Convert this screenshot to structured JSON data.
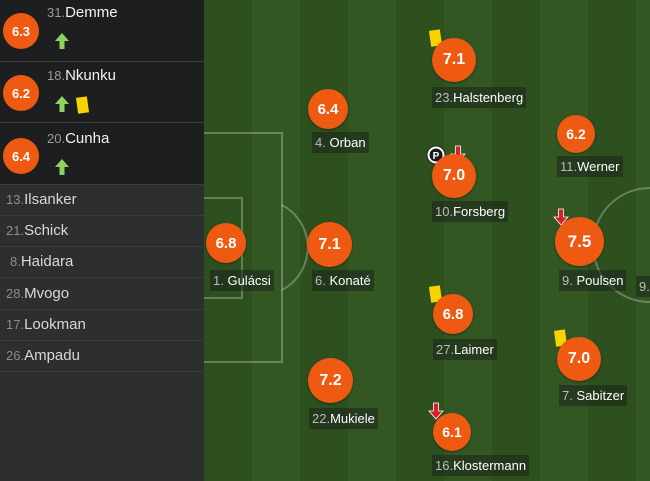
{
  "substitutes_in": [
    {
      "rating": "6.3",
      "number": "31.",
      "name": "Demme",
      "events": [
        "sub-in-arrow-icon"
      ]
    },
    {
      "rating": "6.2",
      "number": "18.",
      "name": "Nkunku",
      "events": [
        "sub-in-arrow-icon",
        "yellow-card-icon"
      ]
    },
    {
      "rating": "6.4",
      "number": "20.",
      "name": "Cunha",
      "events": [
        "sub-in-arrow-icon"
      ]
    }
  ],
  "bench": [
    {
      "number": "13.",
      "name": "Ilsanker"
    },
    {
      "number": "21.",
      "name": "Schick"
    },
    {
      "number": "8.",
      "name": "Haidara"
    },
    {
      "number": "28.",
      "name": "Mvogo"
    },
    {
      "number": "17.",
      "name": "Lookman"
    },
    {
      "number": "26.",
      "name": "Ampadu"
    }
  ],
  "lineup": [
    {
      "number": "1.",
      "name": "Gulácsi",
      "rating": "6.8"
    },
    {
      "number": "4.",
      "name": "Orban",
      "rating": "6.4"
    },
    {
      "number": "6.",
      "name": "Konaté",
      "rating": "7.1"
    },
    {
      "number": "22.",
      "name": "Mukiele",
      "rating": "7.2"
    },
    {
      "number": "23.",
      "name": "Halstenberg",
      "rating": "7.1",
      "events": [
        "yellow-card-icon"
      ]
    },
    {
      "number": "10.",
      "name": "Forsberg",
      "rating": "7.0",
      "events": [
        "penalty-goal-icon",
        "sub-out-arrow-icon"
      ]
    },
    {
      "number": "27.",
      "name": "Laimer",
      "rating": "6.8",
      "events": [
        "yellow-card-icon"
      ]
    },
    {
      "number": "16.",
      "name": "Klostermann",
      "rating": "6.1",
      "events": [
        "sub-out-arrow-icon"
      ]
    },
    {
      "number": "11.",
      "name": "Werner",
      "rating": "6.2"
    },
    {
      "number": "9.",
      "name": "Poulsen",
      "rating": "7.5",
      "events": [
        "sub-out-arrow-icon"
      ]
    },
    {
      "number": "7.",
      "name": "Sabitzer",
      "rating": "7.0",
      "events": [
        "yellow-card-icon"
      ]
    }
  ],
  "edge_fragment": "9.",
  "colors": {
    "rating_badge": "#ee5a12",
    "pitch_stripe_light": "#3f6a2b",
    "pitch_stripe_dark": "#365e25",
    "yellow_card": "#f5d400",
    "sub_in_arrow": "#8fd35f",
    "sub_out_arrow": "#d8202a"
  }
}
